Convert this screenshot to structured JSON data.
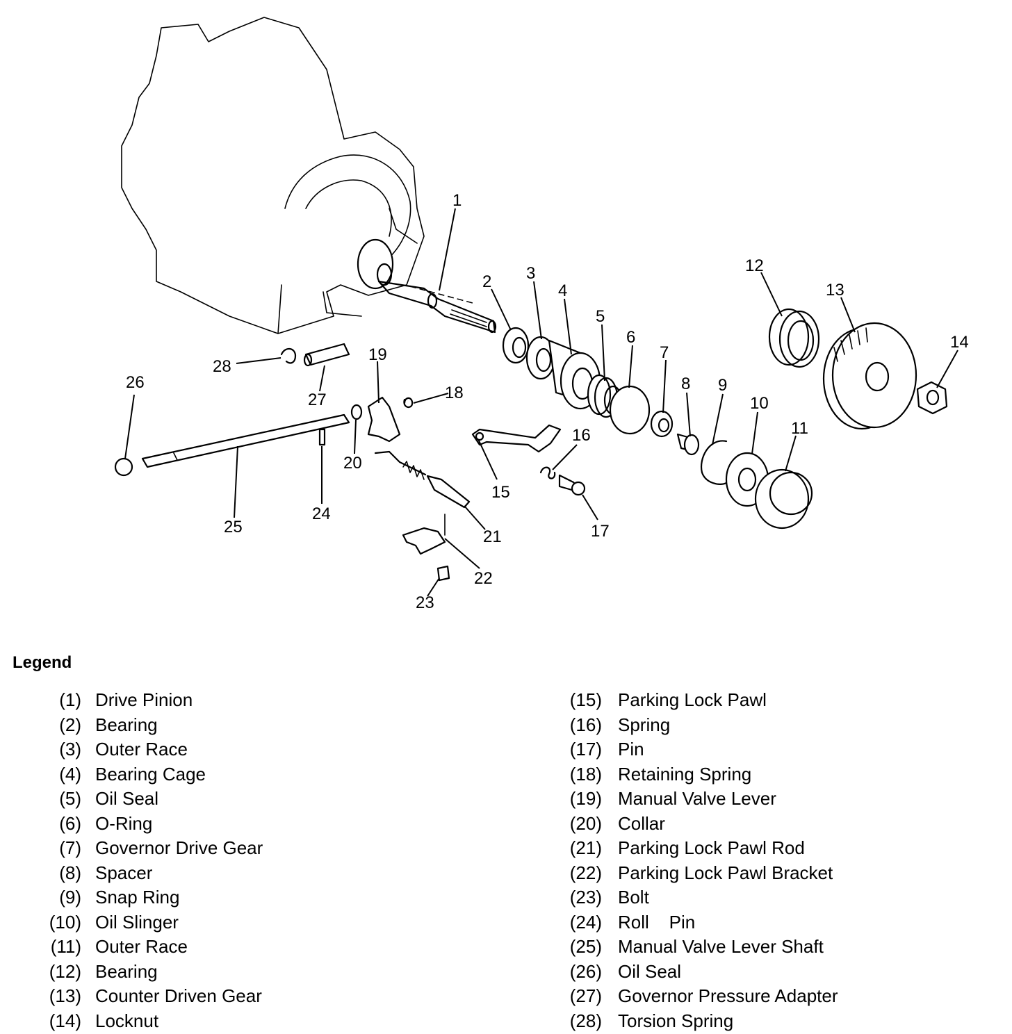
{
  "diagram": {
    "callouts": [
      "1",
      "2",
      "3",
      "4",
      "5",
      "6",
      "7",
      "8",
      "9",
      "10",
      "11",
      "12",
      "13",
      "14",
      "15",
      "16",
      "17",
      "18",
      "19",
      "20",
      "21",
      "22",
      "23",
      "24",
      "25",
      "26",
      "27",
      "28"
    ]
  },
  "legend": {
    "title": "Legend",
    "left": [
      {
        "num": "(1)",
        "name": "Drive Pinion"
      },
      {
        "num": "(2)",
        "name": "Bearing"
      },
      {
        "num": "(3)",
        "name": "Outer Race"
      },
      {
        "num": "(4)",
        "name": "Bearing Cage"
      },
      {
        "num": "(5)",
        "name": "Oil Seal"
      },
      {
        "num": "(6)",
        "name": "O-Ring"
      },
      {
        "num": "(7)",
        "name": "Governor Drive Gear"
      },
      {
        "num": "(8)",
        "name": "Spacer"
      },
      {
        "num": "(9)",
        "name": "Snap Ring"
      },
      {
        "num": "(10)",
        "name": "Oil Slinger"
      },
      {
        "num": "(11)",
        "name": "Outer Race"
      },
      {
        "num": "(12)",
        "name": "Bearing"
      },
      {
        "num": "(13)",
        "name": "Counter Driven Gear"
      },
      {
        "num": "(14)",
        "name": "Locknut"
      }
    ],
    "right": [
      {
        "num": "(15)",
        "name": "Parking Lock Pawl"
      },
      {
        "num": "(16)",
        "name": "Spring"
      },
      {
        "num": "(17)",
        "name": "Pin"
      },
      {
        "num": "(18)",
        "name": "Retaining Spring"
      },
      {
        "num": "(19)",
        "name": "Manual Valve Lever"
      },
      {
        "num": "(20)",
        "name": "Collar"
      },
      {
        "num": "(21)",
        "name": "Parking Lock Pawl Rod"
      },
      {
        "num": "(22)",
        "name": "Parking Lock Pawl Bracket"
      },
      {
        "num": "(23)",
        "name": "Bolt"
      },
      {
        "num": "(24)",
        "name": "Roll    Pin"
      },
      {
        "num": "(25)",
        "name": "Manual Valve Lever Shaft"
      },
      {
        "num": "(26)",
        "name": "Oil Seal"
      },
      {
        "num": "(27)",
        "name": "Governor Pressure Adapter"
      },
      {
        "num": "(28)",
        "name": "Torsion Spring"
      }
    ]
  }
}
